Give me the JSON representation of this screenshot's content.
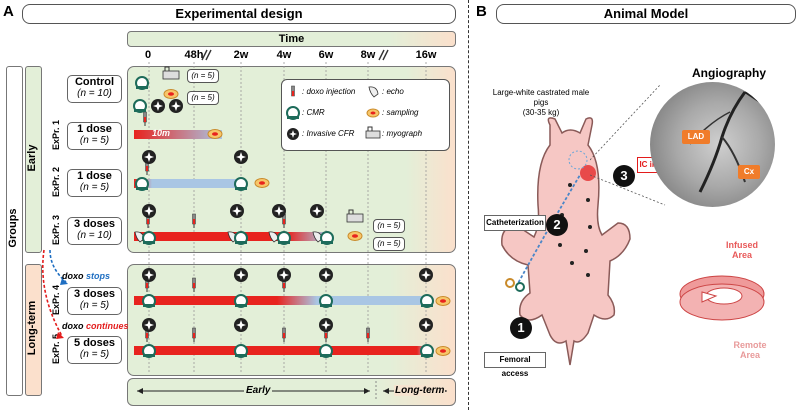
{
  "panelA": {
    "letter": "A",
    "title": "Experimental design",
    "time_header": "Time",
    "timepoints": [
      "0",
      "48h",
      "2w",
      "4w",
      "6w",
      "8w",
      "16w"
    ],
    "groups_label": "Groups",
    "early_label": "Early",
    "longterm_label": "Long-term",
    "rows": [
      {
        "name": "Control",
        "n": "(n = 10)",
        "expr": ""
      },
      {
        "name": "1 dose",
        "n": "(n = 5)",
        "expr": "ExPr. 1"
      },
      {
        "name": "1 dose",
        "n": "(n = 5)",
        "expr": "ExPr. 2"
      },
      {
        "name": "3 doses",
        "n": "(n = 10)",
        "expr": "ExPr. 3"
      },
      {
        "name": "3 doses",
        "n": "(n = 5)",
        "expr": "ExPr. 4"
      },
      {
        "name": "5 doses",
        "n": "(n = 5)",
        "expr": "ExPr. 5"
      }
    ],
    "badges": [
      "(n = 5)",
      "(n = 5)",
      "(n = 5)",
      "(n = 5)"
    ],
    "infusion_label": "10m",
    "legend": [
      {
        "icon": "syringe-icon",
        "label": ": doxo injection"
      },
      {
        "icon": "cmr-icon",
        "label": ": CMR"
      },
      {
        "icon": "cfr-icon",
        "label": ": Invasive CFR"
      },
      {
        "icon": "echo-icon",
        "label": ": echo"
      },
      {
        "icon": "sampling-icon",
        "label": ": sampling"
      },
      {
        "icon": "myograph-icon",
        "label": ": myograph"
      }
    ],
    "doxo_stops_prefix": "doxo ",
    "doxo_stops_word": "stops",
    "doxo_continues_prefix": "doxo ",
    "doxo_continues_word": "continues",
    "axis_early": "Early",
    "axis_longterm": "Long-term",
    "colors": {
      "green_bg": "#e3efd8",
      "peach_bg": "#fbe0cc",
      "red": "#e8231e",
      "blue": "#a9c6e4",
      "stops": "#1f6fc2",
      "continues": "#e31c1c"
    }
  },
  "panelB": {
    "letter": "B",
    "title": "Animal Model",
    "pig_label": "Large-white castrated male pigs",
    "pig_weight": "(30-35 kg)",
    "angiography_title": "Angiography",
    "lad_label": "LAD",
    "cx_label": "Cx",
    "step_labels": [
      "Femoral access",
      "Catheterization",
      "IC injection"
    ],
    "step_numbers": [
      "1",
      "2",
      "3"
    ],
    "infused_label": "Infused Area",
    "remote_label": "Remote Area"
  }
}
